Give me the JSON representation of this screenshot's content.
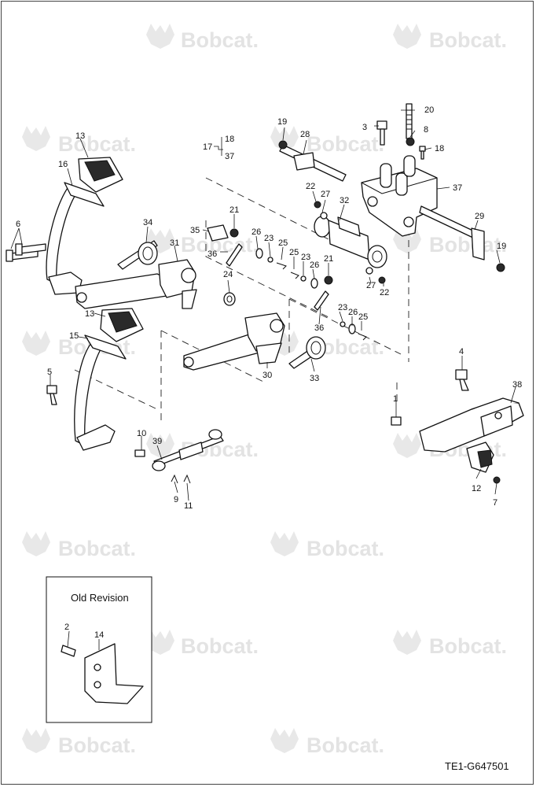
{
  "watermark": {
    "text": "Bobcat."
  },
  "inset": {
    "title": "Old Revision"
  },
  "doc_id": "TE1-G647501",
  "callouts": {
    "c1": "1",
    "c2": "2",
    "c3": "3",
    "c4": "4",
    "c5": "5",
    "c6": "6",
    "c7": "7",
    "c8": "8",
    "c9": "9",
    "c10": "10",
    "c11": "11",
    "c12": "12",
    "c13a": "13",
    "c13b": "13",
    "c14": "14",
    "c15": "15",
    "c16": "16",
    "c17": "17",
    "c18a": "18",
    "c18b": "18",
    "c19a": "19",
    "c19b": "19",
    "c20": "20",
    "c21a": "21",
    "c21b": "21",
    "c22a": "22",
    "c22b": "22",
    "c23a": "23",
    "c23b": "23",
    "c23c": "23",
    "c24": "24",
    "c25a": "25",
    "c25b": "25",
    "c25c": "25",
    "c26a": "26",
    "c26b": "26",
    "c26c": "26",
    "c27a": "27",
    "c27b": "27",
    "c28": "28",
    "c29": "29",
    "c30": "30",
    "c31": "31",
    "c32": "32",
    "c33": "33",
    "c34": "34",
    "c35": "35",
    "c36a": "36",
    "c36b": "36",
    "c37a": "37",
    "c37b": "37",
    "c38": "38",
    "c39": "39"
  }
}
